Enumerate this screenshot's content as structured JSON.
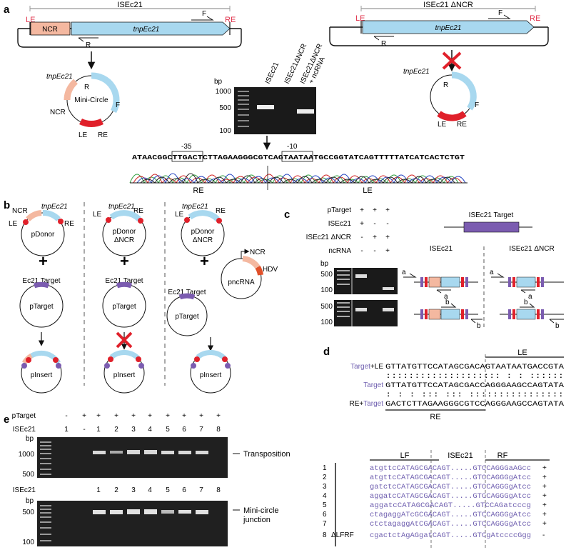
{
  "panel_labels": {
    "a": "a",
    "b": "b",
    "c": "c",
    "d": "d",
    "e": "e"
  },
  "a": {
    "isec21_label": "ISEc21",
    "isec21_dncr_label": "ISEc21 ΔNCR",
    "le": "LE",
    "re": "RE",
    "ncr": "NCR",
    "tnp": "tnpEc21",
    "primer_f": "F",
    "primer_r": "R",
    "minicircle": "Mini-Circle",
    "gel_bp": "bp",
    "gel_ladder": [
      "1000",
      "500",
      "100"
    ],
    "gel_lanes": [
      "ISEc21",
      "ISEc21ΔNCR",
      "ISEc21ΔNCR",
      "+ ncRNA"
    ],
    "promoter_m35": "-35",
    "promoter_m10": "-10",
    "sequence": "ATAACGGCTTGACTCTTAGAAGGGCGTCAGTAATAATGCCGGTATCAGTTTTTATCATCACTCTGT",
    "seq_re": "RE",
    "seq_le": "LE"
  },
  "b": {
    "col1": {
      "ncr": "NCR",
      "tnp": "tnpEc21",
      "le": "LE",
      "re": "RE",
      "donor": "pDonor"
    },
    "col2": {
      "tnp": "tnpEc21",
      "le": "LE",
      "re": "RE",
      "donor": [
        "pDonor",
        "ΔNCR"
      ]
    },
    "col3": {
      "tnp": "tnpEc21",
      "le": "LE",
      "re": "RE",
      "donor": [
        "pDonor",
        "ΔNCR"
      ],
      "ncr": "NCR",
      "hdv": "HDV",
      "pncrna": "pncRNA"
    },
    "plus": "+",
    "target_label": "Ec21 Target",
    "ptarget": "pTarget",
    "pinsert": "pInsert"
  },
  "c": {
    "rows": [
      {
        "label": "pTarget",
        "vals": [
          "+",
          "+",
          "+"
        ]
      },
      {
        "label": "ISEc21",
        "vals": [
          "+",
          "-",
          "-"
        ]
      },
      {
        "label": "ISEc21 ΔNCR",
        "vals": [
          "-",
          "+",
          "+"
        ]
      },
      {
        "label": "ncRNA",
        "vals": [
          "-",
          "-",
          "+"
        ]
      }
    ],
    "bp": "bp",
    "ladder": [
      "500",
      "100",
      "500",
      "100"
    ],
    "target_title": "ISEc21 Target",
    "col_isec21": "ISEc21",
    "col_dncr": "ISEc21 ΔNCR",
    "primer_a": "a",
    "primer_b": "b"
  },
  "d": {
    "le": "LE",
    "re": "RE",
    "rows": [
      {
        "label_pre": "Target",
        "label_post": "+LE",
        "seq": "GTTATGTTCCATAGCGACAGTAATAATGACCGTA"
      },
      {
        "label_pre": "",
        "label_post": "",
        "seq": "::::::::::::::::::::  :   :   ::::::"
      },
      {
        "label_pre": "Target",
        "label_post": "",
        "seq": "GTTATGTTCCATAGCGACCAGGGAAGCCAGTATA"
      },
      {
        "label_pre": "",
        "label_post": "",
        "seq": ":   :  :  :::  :::  ::::::::::::::::"
      },
      {
        "label_pre": "RE+",
        "label_post": "Target",
        "seq": "GACTCTTAGAAGGGCGTCCAGGGAAGCCAGTATA"
      }
    ],
    "lf": "LF",
    "isec21": "ISEc21",
    "rf": "RF",
    "clones": [
      {
        "n": "1",
        "seq": "atgttcCATAGCGACAGT.....GTCCAGGGaAGcc",
        "res": "+"
      },
      {
        "n": "2",
        "seq": "atgttcCATAGCGACAGT.....GTCCAGGGgAtcc",
        "res": "+"
      },
      {
        "n": "3",
        "seq": "gatctcCATAGCGACAGT.....GTCCAGGGgAtcc",
        "res": "+"
      },
      {
        "n": "4",
        "seq": "aggatcCATAGCGACAGT.....GTCCAGGGgAtcc",
        "res": "+"
      },
      {
        "n": "5",
        "seq": "aggatcCATAGCGACAGT.....GTCCAGatcccg",
        "res": "+"
      },
      {
        "n": "6",
        "seq": "ctagaggATcGCGACAGT.....GTCCAGGGgAtcc",
        "res": "+"
      },
      {
        "n": "7",
        "seq": "ctctagaggAtCGACAGT.....GTCCAGGGgAtcc",
        "res": "+"
      },
      {
        "n": "8",
        "label": "ΔLFRF",
        "seq": "cgactctAgAGgatCAGT.....GTCgAtccccGgg",
        "res": "-"
      }
    ]
  },
  "e": {
    "ptarget": "pTarget",
    "ptarget_vals": [
      "-",
      "+",
      "+",
      "+",
      "+",
      "+",
      "+",
      "+",
      "+",
      "+"
    ],
    "isec21": "ISEc21",
    "isec21_vals": [
      "1",
      "-",
      "1",
      "2",
      "3",
      "4",
      "5",
      "6",
      "7",
      "8"
    ],
    "bp": "bp",
    "ladder_top": [
      "1000",
      "500"
    ],
    "transposition": "Transposition",
    "isec21_b": "ISEc21",
    "isec21_b_vals": [
      "1",
      "2",
      "3",
      "4",
      "5",
      "6",
      "7",
      "8"
    ],
    "ladder_bot": [
      "500",
      "100"
    ],
    "minicircle_1": "Mini-circle",
    "minicircle_2": "junction"
  },
  "colors": {
    "tnp": "#a8d8ef",
    "ncr": "#f4b8a0",
    "te": "#e0202a",
    "target": "#7b5cb0",
    "label_red": "#e0304a",
    "purple_text": "#7060b0"
  }
}
